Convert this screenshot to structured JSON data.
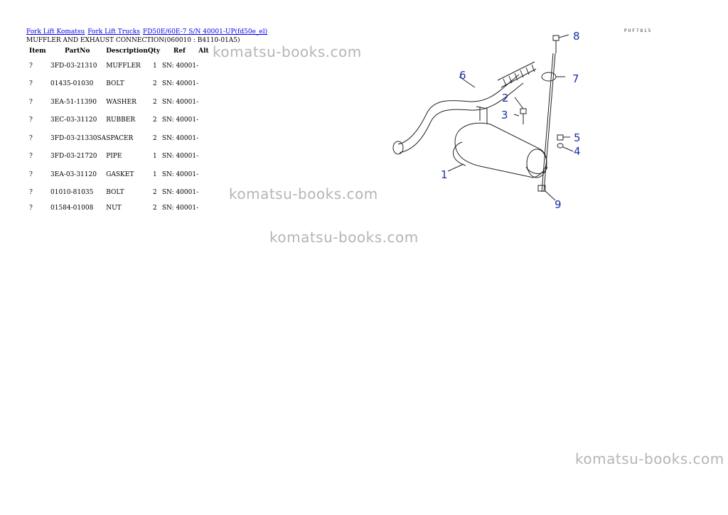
{
  "breadcrumb": {
    "links": [
      "Fork Lift Komatsu",
      "Fork Lift Trucks",
      "FD50E/60E-7 S/N 40001-UP(fd50e_el)"
    ]
  },
  "section_title": "MUFFLER AND EXHAUST CONNECTION(060010 : B4110-01A5)",
  "table": {
    "headers": {
      "item": "Item",
      "partno": "PartNo",
      "description": "Description",
      "qty": "Qty",
      "ref": "Ref",
      "alt": "Alt"
    },
    "rows": [
      {
        "item": "?",
        "partno": "3FD-03-21310",
        "description": "MUFFLER",
        "qty": "1",
        "ref": "SN: 40001-"
      },
      {
        "item": "?",
        "partno": "01435-01030",
        "description": "BOLT",
        "qty": "2",
        "ref": "SN: 40001-"
      },
      {
        "item": "?",
        "partno": "3EA-51-11390",
        "description": "WASHER",
        "qty": "2",
        "ref": "SN: 40001-"
      },
      {
        "item": "?",
        "partno": "3EC-03-31120",
        "description": "RUBBER",
        "qty": "2",
        "ref": "SN: 40001-"
      },
      {
        "item": "?",
        "partno": "3FD-03-21330SA",
        "description": "SPACER",
        "qty": "2",
        "ref": "SN: 40001-"
      },
      {
        "item": "?",
        "partno": "3FD-03-21720",
        "description": "PIPE",
        "qty": "1",
        "ref": "SN: 40001-"
      },
      {
        "item": "?",
        "partno": "3EA-03-31120",
        "description": "GASKET",
        "qty": "1",
        "ref": "SN: 40001-"
      },
      {
        "item": "?",
        "partno": "01010-81035",
        "description": "BOLT",
        "qty": "2",
        "ref": "SN: 40001-"
      },
      {
        "item": "?",
        "partno": "01584-01008",
        "description": "NUT",
        "qty": "2",
        "ref": "SN: 40001-"
      }
    ]
  },
  "watermark": "komatsu-books.com",
  "diagram": {
    "code": "PUF7815",
    "callouts": [
      "1",
      "2",
      "3",
      "4",
      "5",
      "6",
      "7",
      "8",
      "9"
    ],
    "callout_color": "#1a2ea8"
  }
}
